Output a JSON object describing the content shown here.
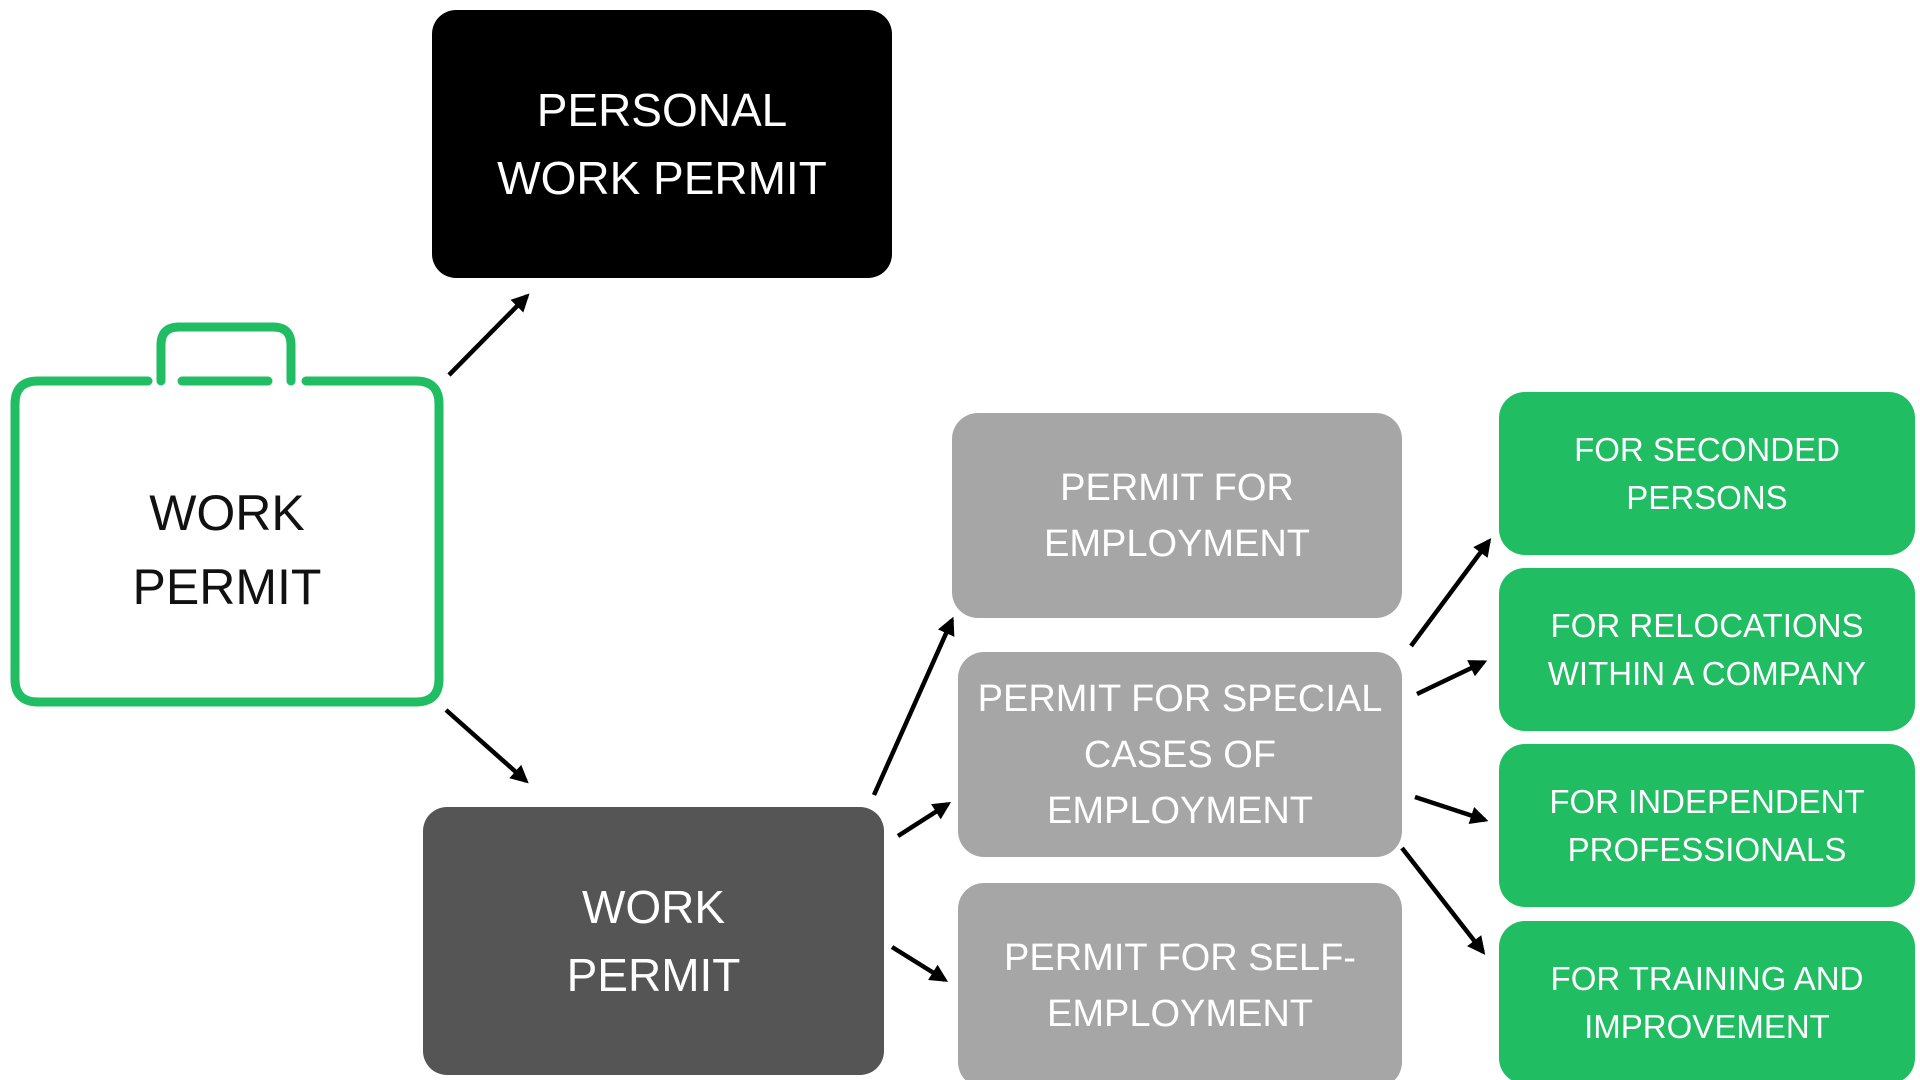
{
  "colors": {
    "green": "#20bd63",
    "black": "#000000",
    "dark_grey": "#555555",
    "light_grey": "#a6a6a6",
    "arrow": "#000000"
  },
  "briefcase": {
    "icon": "briefcase-icon",
    "label": "WORK\nPERMIT"
  },
  "personal_permit": {
    "label": "PERSONAL\nWORK PERMIT"
  },
  "work_permit": {
    "label": "WORK\nPERMIT"
  },
  "permit_types": [
    {
      "label": "PERMIT FOR\nEMPLOYMENT"
    },
    {
      "label": "PERMIT FOR SPECIAL\nCASES OF\nEMPLOYMENT"
    },
    {
      "label": "PERMIT FOR SELF-\nEMPLOYMENT"
    }
  ],
  "special_cases": [
    {
      "label": "FOR SECONDED\nPERSONS"
    },
    {
      "label": "FOR RELOCATIONS\nWITHIN A COMPANY"
    },
    {
      "label": "FOR INDEPENDENT\nPROFESSIONALS"
    },
    {
      "label": "FOR TRAINING AND\nIMPROVEMENT"
    }
  ]
}
